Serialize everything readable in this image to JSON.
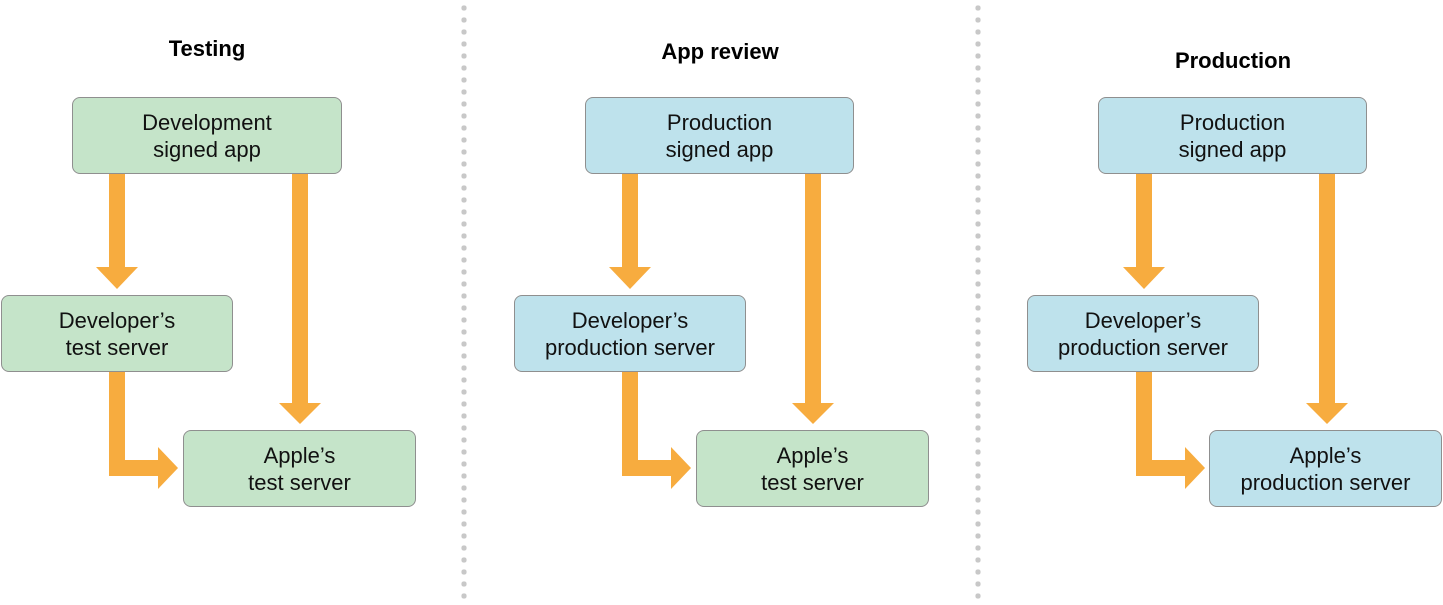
{
  "diagram": {
    "panels": [
      {
        "title": "Testing",
        "app_box": {
          "line1": "Development",
          "line2": "signed app",
          "color": "#c5e4c9"
        },
        "dev_server": {
          "line1": "Developer’s",
          "line2": "test server",
          "color": "#c5e4c9"
        },
        "apple_server": {
          "line1": "Apple’s",
          "line2": "test server",
          "color": "#c5e4c9"
        }
      },
      {
        "title": "App review",
        "app_box": {
          "line1": "Production",
          "line2": "signed app",
          "color": "#bee2ec"
        },
        "dev_server": {
          "line1": "Developer’s",
          "line2": "production server",
          "color": "#bee2ec"
        },
        "apple_server": {
          "line1": "Apple’s",
          "line2": "test server",
          "color": "#c5e4c9"
        }
      },
      {
        "title": "Production",
        "app_box": {
          "line1": "Production",
          "line2": "signed app",
          "color": "#bee2ec"
        },
        "dev_server": {
          "line1": "Developer’s",
          "line2": "production server",
          "color": "#bee2ec"
        },
        "apple_server": {
          "line1": "Apple’s",
          "line2": "production server",
          "color": "#bee2ec"
        }
      }
    ],
    "colors": {
      "arrow": "#f7ac3f",
      "green_box": "#c5e4c9",
      "blue_box": "#bee2ec",
      "box_border": "#8f8f8f",
      "divider": "#c8c8c8"
    }
  }
}
